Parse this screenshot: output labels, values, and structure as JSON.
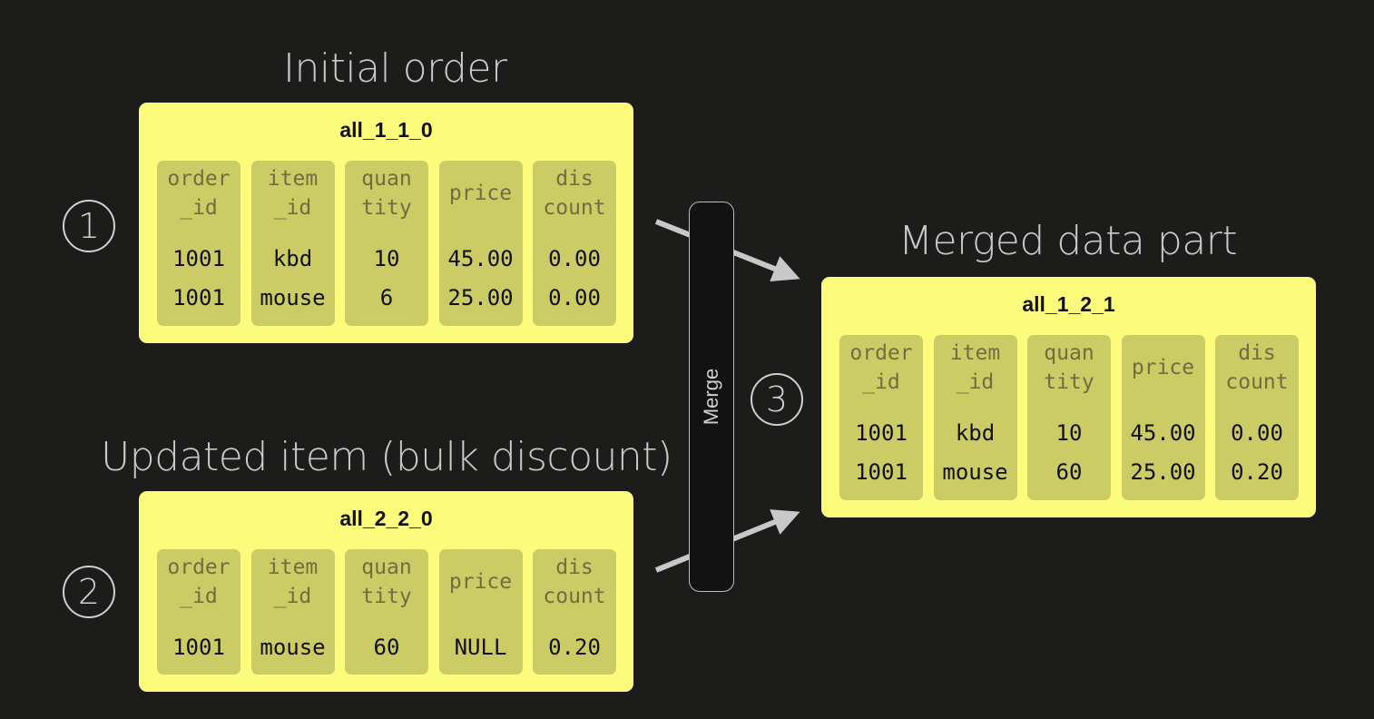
{
  "headings": {
    "initial": "Initial order",
    "updated": "Updated item (bulk discount)",
    "merged": "Merged data part"
  },
  "steps": [
    "1",
    "2",
    "3"
  ],
  "merge_label": "Merge",
  "columns": [
    [
      "order",
      "_id"
    ],
    [
      "item",
      "_id"
    ],
    [
      "quan",
      "tity"
    ],
    [
      "price"
    ],
    [
      "dis",
      "count"
    ]
  ],
  "parts": {
    "initial": {
      "name": "all_1_1_0",
      "rows": [
        [
          "1001",
          "kbd",
          "10",
          "45.00",
          "0.00"
        ],
        [
          "1001",
          "mouse",
          "6",
          "25.00",
          "0.00"
        ]
      ]
    },
    "updated": {
      "name": "all_2_2_0",
      "rows": [
        [
          "1001",
          "mouse",
          "60",
          "NULL",
          "0.20"
        ]
      ]
    },
    "merged": {
      "name": "all_1_2_1",
      "rows": [
        [
          "1001",
          "kbd",
          "10",
          "45.00",
          "0.00"
        ],
        [
          "1001",
          "mouse",
          "60",
          "25.00",
          "0.20"
        ]
      ]
    }
  },
  "colors": {
    "background": "#1c1c1a",
    "part_fill": "#fdfb7b",
    "column_fill": "#cccc66",
    "header_text": "#6e6e40",
    "arrow": "#c8c8c8"
  }
}
